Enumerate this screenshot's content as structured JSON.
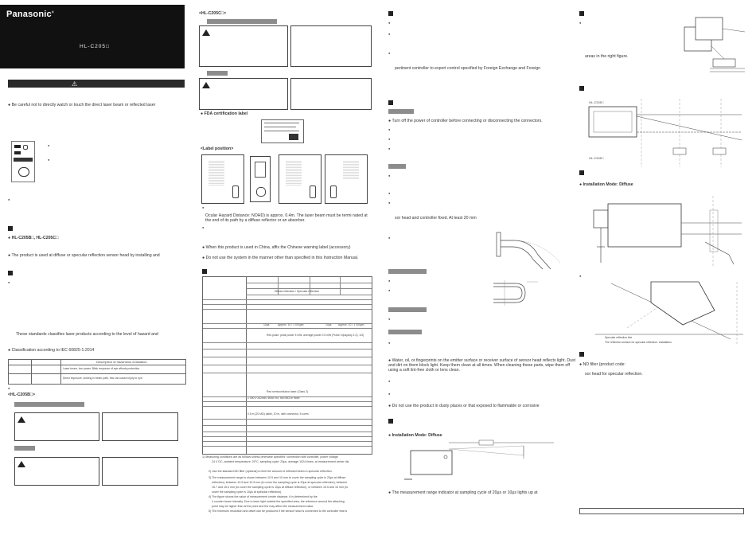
{
  "header": {
    "brand": "Panasonic",
    "registered": "®",
    "model": "HL-C205□"
  },
  "col1": {
    "warning_text": "Be careful not to directly watch or touch the direct laser beam or reflected laser",
    "section_heads": {
      "models": "HL-C205B□, HL-C205C□"
    },
    "product_use": "The product is used at diffuse or specular reflection sensor head by installing and",
    "standards_text": "These standards classifies laser products according to the level of hazard and",
    "classification": "Classification according to IEC 60825-1:2014",
    "table_head": "Description of hazardous evaluation",
    "table_row1": "Laser beam, low power. Blink response of eye affords protection.",
    "table_row2": "Direct exposure, looking in beam path, this can cause injury to eye.",
    "label_b": "<HL-C205B□>"
  },
  "col2": {
    "label_c": "<HL-C205C□>",
    "fda": "FDA certification label",
    "label_position": "<Label position>",
    "ocular": "Ocular Hazard Distance: NOHD) is approx. 0.4m. The laser beam must be termi nated at the end of its path by a diffuse reflector or an absorber.",
    "china": "When this product is used in China, affix the Chinese warning label (accessory)",
    "manner": "Do not use the system in the manner other than specified in this Instruction Manual.",
    "note1": "1) Measuring conditions are as follows unless otherwise specified: connection with controller, power voltage",
    "note1b": "24 V DC, ambient temperature: 20°C, sampling cycle: 20µs, average 1024 times, at measurement center dis",
    "note2": "2) Use the standard ND filter (optional) to limit the amount of reflected beam in specular reflection.",
    "note3": "3) The measurement range is shown between 10.5 and 10 mm to cover the sampling cycle is 20µs at diffuse",
    "note3b": "reflection), between 10.5 and 10.5 mm (to cover the sampling cycle is 20µs at specular reflection), between",
    "note3c": "15.7 and 15.0 mm (to cover the sampling cycle is 10µs at diffuse reflection), or between 15.5 and 15 mm (to",
    "note3d": "cover the sampling cycle is 10µs at specular reflection).",
    "note4": "4) The figure shows the value of measurement center distance. It is determined by the",
    "note4b": "4 counter beam intensity. Due to laser light outside the specified area, the reference around the attaching",
    "note4c": "point may be higher than at the point and the may affect the measurement value.",
    "note5": "5) The minimum resolution and offset can be produced if the sensor head is connected to the controller that is",
    "spec": {
      "row_mid": "Diffuse reflection / Specular reflection",
      "cell_a": "10µs",
      "cell_b": "Approx. 10 / 1 000µm",
      "cell_c": "10µs",
      "cell_d": "Approx. 10 / 1 000µm",
      "laser_row": "Red semiconductor laser (Class 2)",
      "beam_row": "1 000 V AC/min, 50/60 Hz, 500 MΩ or more",
      "cable_row": "0.5 m (20 MΩ) cable, 10 m, with connector, 5 cores",
      "sub_row": "Red pulse: peak power 4 mW, average power 0.5 mW (Pulse 10µs(duty 1:2), 1/3)"
    }
  },
  "col3": {
    "pertinent": "pertinent controller to export control specified by Foreign Exchange and Foreign",
    "turnoff": "Turn off the power of controller before connecting or disconnecting the connectors.",
    "fixed": "sor head and controller fixed. At least 20 mm",
    "water": "Water, oil, or fingerprints on the emitter surface or receiver surface of sensor head reflects light. Dust and dirt on them block light. Keep them clean at all times. When cleaning these parts, wipe them off using a soft lint-free cloth or lens clean.",
    "dusty": "Do not use the product in dusty places or that exposed to flammable or corrosive",
    "install_diffuse": "Installation Mode: Diffuse",
    "indicator": "The measurement range indicator at sampling cycle of 20µs or 10µs lights up at"
  },
  "col4": {
    "areas": "areas in the right figure.",
    "hl_a": "HL-C205□",
    "hl_b": "HL-C205□",
    "install_diffuse": "Installation Mode: Diffuse",
    "specular_note": "Specular reflection line",
    "ref_note": "The reflection surface for specular reflection: installation",
    "nd_filter": "ND filter (product code:",
    "nd_filter2": "sor head for specular reflection."
  }
}
